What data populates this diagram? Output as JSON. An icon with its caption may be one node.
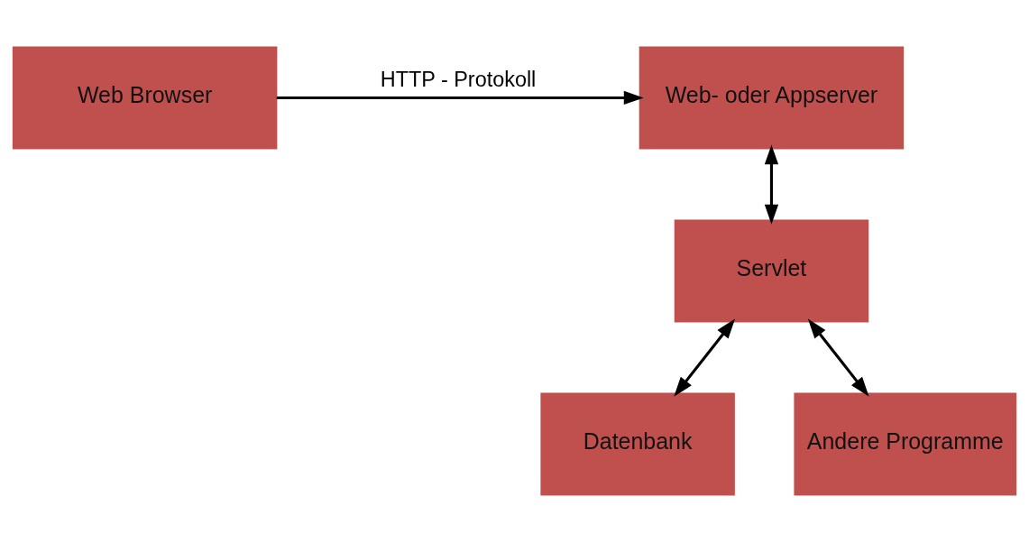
{
  "diagram": {
    "nodes": [
      {
        "text": [
          "Web Browser"
        ]
      },
      {
        "text": [
          "Web- oder Appserver"
        ]
      },
      {
        "text": [
          "Servlet"
        ]
      },
      {
        "text": [
          "Datenbank"
        ]
      },
      {
        "text": [
          "Andere Programme"
        ]
      }
    ],
    "edges": [
      {
        "from": 0,
        "to": 1,
        "arrow": "to",
        "label": "HTTP - Protokoll"
      },
      {
        "from": 1,
        "to": 2,
        "arrow": "both"
      },
      {
        "from": 2,
        "to": 3,
        "arrow": "both"
      },
      {
        "from": 2,
        "to": 4,
        "arrow": "both"
      }
    ]
  }
}
